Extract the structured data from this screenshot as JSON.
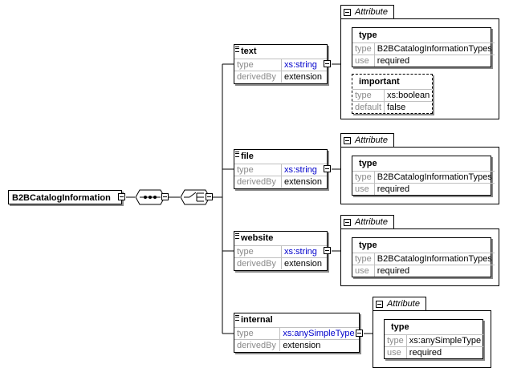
{
  "root": {
    "name": "B2BCatalogInformation"
  },
  "attribute_group_label": "Attribute",
  "elements": [
    {
      "name": "text",
      "props": [
        {
          "key": "type",
          "value": "xs:string",
          "link": true
        },
        {
          "key": "derivedBy",
          "value": "extension",
          "link": false
        }
      ],
      "attributes": [
        {
          "name": "type",
          "optional": false,
          "props": [
            {
              "key": "type",
              "value": "B2BCatalogInformationTypes"
            },
            {
              "key": "use",
              "value": "required"
            }
          ]
        },
        {
          "name": "important",
          "optional": true,
          "props": [
            {
              "key": "type",
              "value": "xs:boolean"
            },
            {
              "key": "default",
              "value": "false"
            }
          ]
        }
      ]
    },
    {
      "name": "file",
      "props": [
        {
          "key": "type",
          "value": "xs:string",
          "link": true
        },
        {
          "key": "derivedBy",
          "value": "extension",
          "link": false
        }
      ],
      "attributes": [
        {
          "name": "type",
          "optional": false,
          "props": [
            {
              "key": "type",
              "value": "B2BCatalogInformationTypes"
            },
            {
              "key": "use",
              "value": "required"
            }
          ]
        }
      ]
    },
    {
      "name": "website",
      "props": [
        {
          "key": "type",
          "value": "xs:string",
          "link": true
        },
        {
          "key": "derivedBy",
          "value": "extension",
          "link": false
        }
      ],
      "attributes": [
        {
          "name": "type",
          "optional": false,
          "props": [
            {
              "key": "type",
              "value": "B2BCatalogInformationTypes"
            },
            {
              "key": "use",
              "value": "required"
            }
          ]
        }
      ]
    },
    {
      "name": "internal",
      "props": [
        {
          "key": "type",
          "value": "xs:anySimpleType",
          "link": true
        },
        {
          "key": "derivedBy",
          "value": "extension",
          "link": false
        }
      ],
      "attributes": [
        {
          "name": "type",
          "optional": false,
          "props": [
            {
              "key": "type",
              "value": "xs:anySimpleType"
            },
            {
              "key": "use",
              "value": "required"
            }
          ]
        }
      ]
    }
  ]
}
